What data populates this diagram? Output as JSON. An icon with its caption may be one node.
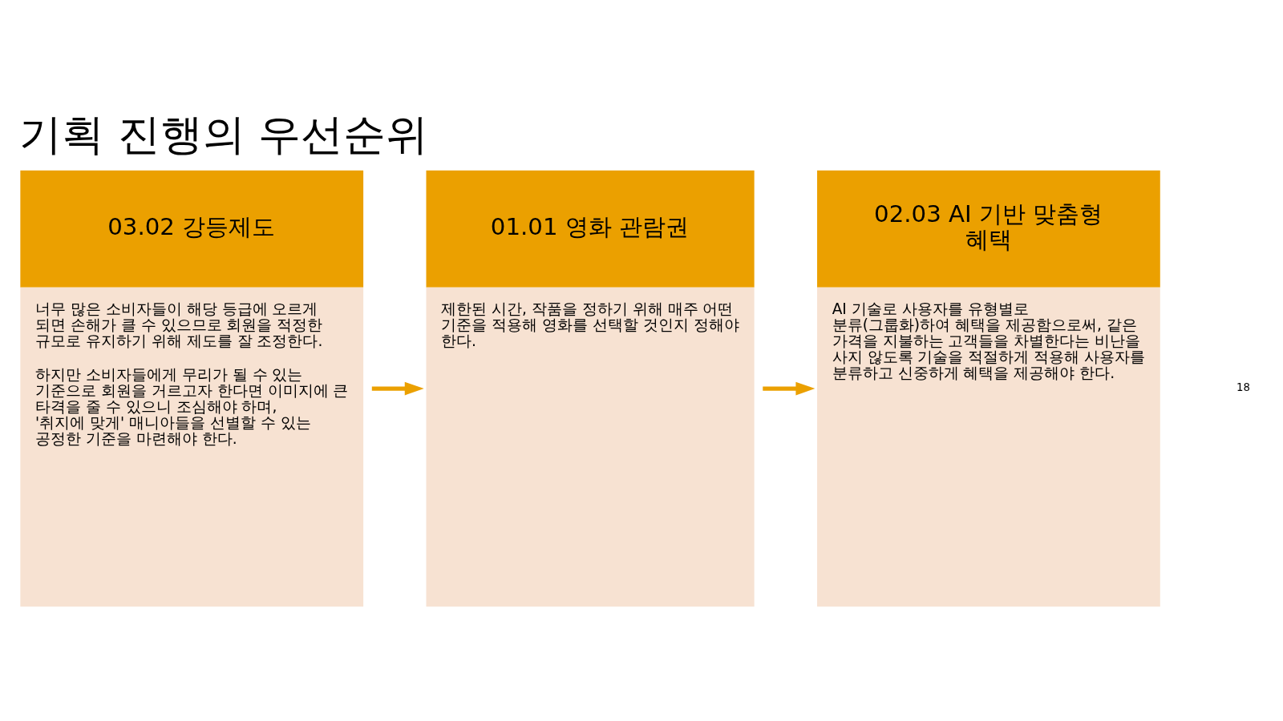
{
  "diagram": {
    "title": "기획 진행의 우선순위",
    "nodes": [
      {
        "text": [
          "03.02 강등제도",
          "너무 많은 소비자들이 해당 등급에 오르게 되면 손해가 클 수 있으므로 회원을 적정한 규모로 유지하기 위해 제도를 잘 조정한다.",
          "하지만 소비자들에게 무리가 될 수 있는 기준으로 회원을 거르고자 한다면 이미지에 큰 타격을 줄 수 있으니 조심해야 하며, '취지에 맞게' 매니아들을 선별할 수 있는 공정한 기준을 마련해야 한다."
        ]
      },
      {
        "text": [
          "01.01 영화 관람권",
          "제한된 시간, 작품을 정하기 위해 매주 어떤 기준을 적용해 영화를 선택할 것인지 정해야 한다."
        ]
      },
      {
        "text": [
          "02.03 AI 기반 맞춤형 혜택",
          "AI 기술로 사용자를 유형별로 분류(그룹화)하여 혜택을 제공함으로써, 같은 가격을 지불하는 고객들을 차별한다는 비난을 사지 않도록 기술을 적절하게 적용해 사용자를 분류하고 신중하게 혜택을 제공해야 한다."
        ]
      }
    ],
    "edges": [
      {
        "from": 0,
        "to": 1,
        "arrow": "to"
      },
      {
        "from": 1,
        "to": 2,
        "arrow": "to"
      }
    ],
    "labels": [
      "18"
    ]
  }
}
